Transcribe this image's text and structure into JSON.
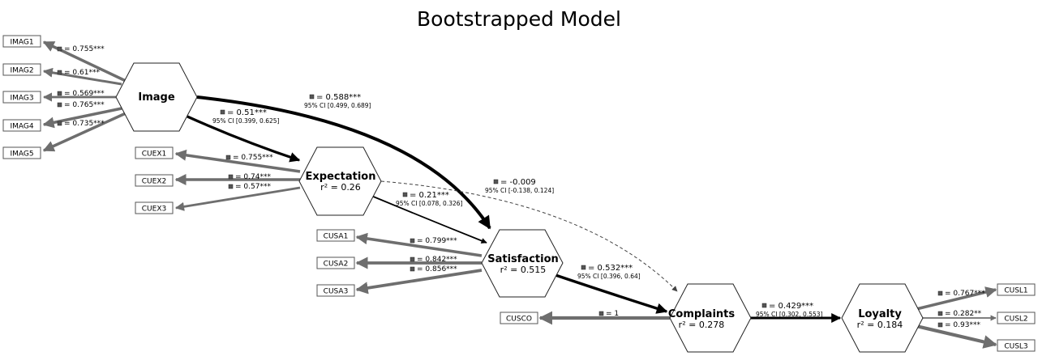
{
  "title": "Bootstrapped Model",
  "colors": {
    "loading_line": "#6e6e6e",
    "path_line": "#000000",
    "dashed_path": "#444444"
  },
  "constructs": {
    "image": {
      "name": "Image",
      "r2": ""
    },
    "expectation": {
      "name": "Expectation",
      "r2": "r² = 0.26"
    },
    "satisfaction": {
      "name": "Satisfaction",
      "r2": "r² = 0.515"
    },
    "complaints": {
      "name": "Complaints",
      "r2": "r² = 0.278"
    },
    "loyalty": {
      "name": "Loyalty",
      "r2": "r² = 0.184"
    }
  },
  "indicators": {
    "imag1": "IMAG1",
    "imag2": "IMAG2",
    "imag3": "IMAG3",
    "imag4": "IMAG4",
    "imag5": "IMAG5",
    "cuex1": "CUEX1",
    "cuex2": "CUEX2",
    "cuex3": "CUEX3",
    "cusa1": "CUSA1",
    "cusa2": "CUSA2",
    "cusa3": "CUSA3",
    "cusco": "CUSCO",
    "cusl1": "CUSL1",
    "cusl2": "CUSL2",
    "cusl3": "CUSL3"
  },
  "loadings": {
    "imag1": "= 0.755***",
    "imag2": "= 0.61***",
    "imag3": "= 0.569***",
    "imag4": "= 0.765***",
    "imag5": "= 0.735***",
    "cuex1": "= 0.755***",
    "cuex2": "= 0.74***",
    "cuex3": "= 0.57***",
    "cusa1": "= 0.799***",
    "cusa2": "= 0.842***",
    "cusa3": "= 0.856***",
    "cusco": "= 1",
    "cusl1": "= 0.767***",
    "cusl2": "= 0.282**",
    "cusl3": "= 0.93***"
  },
  "paths": {
    "image_expectation": {
      "coef": "= 0.51***",
      "ci": "95% CI [0.399, 0.625]"
    },
    "image_satisfaction": {
      "coef": "= 0.588***",
      "ci": "95% CI [0.499, 0.689]"
    },
    "expectation_satisfaction": {
      "coef": "= 0.21***",
      "ci": "95% CI [0.078, 0.326]"
    },
    "expectation_complaints": {
      "coef": "= -0.009",
      "ci": "95% CI [-0.138, 0.124]"
    },
    "satisfaction_complaints": {
      "coef": "= 0.532***",
      "ci": "95% CI [0.396, 0.64]"
    },
    "complaints_loyalty": {
      "coef": "= 0.429***",
      "ci": "95% CI [0.302, 0.553]"
    }
  }
}
